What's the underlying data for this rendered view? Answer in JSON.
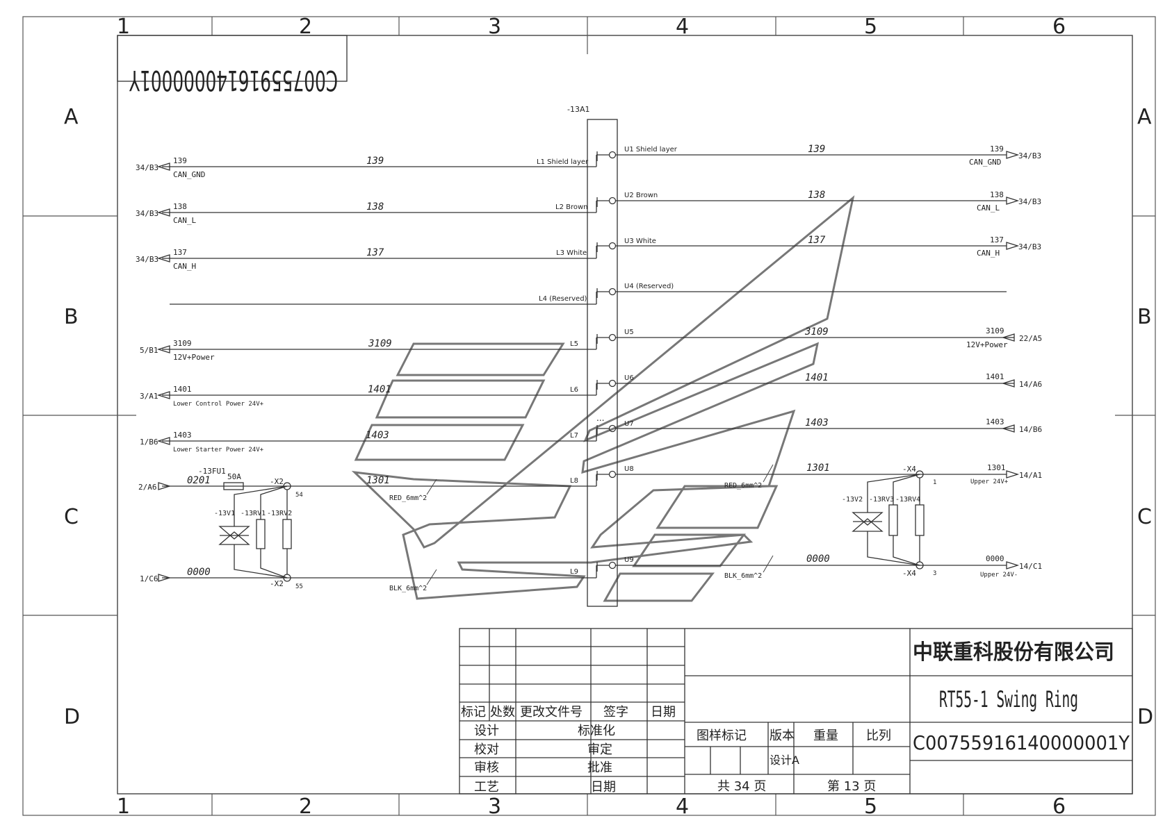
{
  "sheet": {
    "col_numbers": [
      "1",
      "2",
      "3",
      "4",
      "5",
      "6"
    ],
    "row_letters": [
      "A",
      "B",
      "C",
      "D"
    ],
    "corner_code": "C00755916140000001Y"
  },
  "device": {
    "ref": "-13A1",
    "left_terminals": [
      "L1 Shield layer",
      "L2 Brown",
      "L3 White",
      "L4 (Reserved)",
      "L5",
      "L6",
      "L7",
      "L8",
      "L9"
    ],
    "right_terminals": [
      "U1 Shield layer",
      "U2 Brown",
      "U3 White",
      "U4 (Reserved)",
      "U5",
      "U6",
      "U7",
      "U8",
      "U9"
    ],
    "dots": "..."
  },
  "left_signals": [
    {
      "ref": "34/B3",
      "num": "139",
      "desc": "CAN_GND",
      "wire": "139"
    },
    {
      "ref": "34/B3",
      "num": "138",
      "desc": "CAN_L",
      "wire": "138"
    },
    {
      "ref": "34/B3",
      "num": "137",
      "desc": "CAN_H",
      "wire": "137"
    },
    {
      "ref": "5/B1",
      "num": "3109",
      "desc": "12V+Power",
      "wire": "3109"
    },
    {
      "ref": "3/A1",
      "num": "1401",
      "desc": "Lower Control Power 24V+",
      "wire": "1401"
    },
    {
      "ref": "1/B6",
      "num": "1403",
      "desc": "Lower Starter Power 24V+",
      "wire": "1403"
    },
    {
      "ref": "2/A6",
      "num": "0201",
      "wire": "1301"
    },
    {
      "ref": "1/C6",
      "num": "0000"
    }
  ],
  "right_signals": [
    {
      "ref": "34/B3",
      "num": "139",
      "desc": "CAN_GND",
      "wire": "139"
    },
    {
      "ref": "34/B3",
      "num": "138",
      "desc": "CAN_L",
      "wire": "138"
    },
    {
      "ref": "34/B3",
      "num": "137",
      "desc": "CAN_H",
      "wire": "137"
    },
    {
      "ref": "22/A5",
      "num": "3109",
      "desc": "12V+Power",
      "wire": "3109"
    },
    {
      "ref": "14/A6",
      "num": "1401",
      "wire": "1401"
    },
    {
      "ref": "14/B6",
      "num": "1403",
      "wire": "1403"
    },
    {
      "ref": "14/A1",
      "num": "1301",
      "desc": "Upper 24V+",
      "wire": "1301"
    },
    {
      "ref": "14/C1",
      "num": "0000",
      "desc": "Upper 24V-",
      "wire": "0000"
    }
  ],
  "left_circuit": {
    "fuse_ref": "-13FU1",
    "fuse_val": "50A",
    "x2_ref": "-X2",
    "x2_pin_top": "54",
    "x2_pin_bot": "55",
    "rv": [
      "-13V1",
      "-13RV1",
      "-13RV2"
    ],
    "red_wire": "RED_6mm^2",
    "blk_wire": "BLK_6mm^2"
  },
  "right_circuit": {
    "x4_ref": "-X4",
    "x4_pin_top": "1",
    "x4_pin_bot": "3",
    "rv": [
      "-13V2",
      "-13RV3",
      "-13RV4"
    ],
    "red_wire": "RED_6mm^2",
    "blk_wire": "BLK_6mm^2"
  },
  "title_block": {
    "company": "中联重科股份有限公司",
    "title": "RT55-1 Swing Ring",
    "drawing_no": "C00755916140000001Y",
    "rev_headers": [
      "标记",
      "处数",
      "更改文件号",
      "签字",
      "日期"
    ],
    "roles": [
      "设计",
      "校对",
      "审核",
      "工艺"
    ],
    "roles2": [
      "标准化",
      "审定",
      "批准",
      "日期"
    ],
    "attr_headers": [
      "图样标记",
      "版本",
      "重量",
      "比列"
    ],
    "version": "设计A",
    "total_pages": "共 34 页",
    "page_no": "第 13 页"
  },
  "colors": {
    "line": "#333333",
    "logo": "#777777",
    "background": "#ffffff"
  }
}
